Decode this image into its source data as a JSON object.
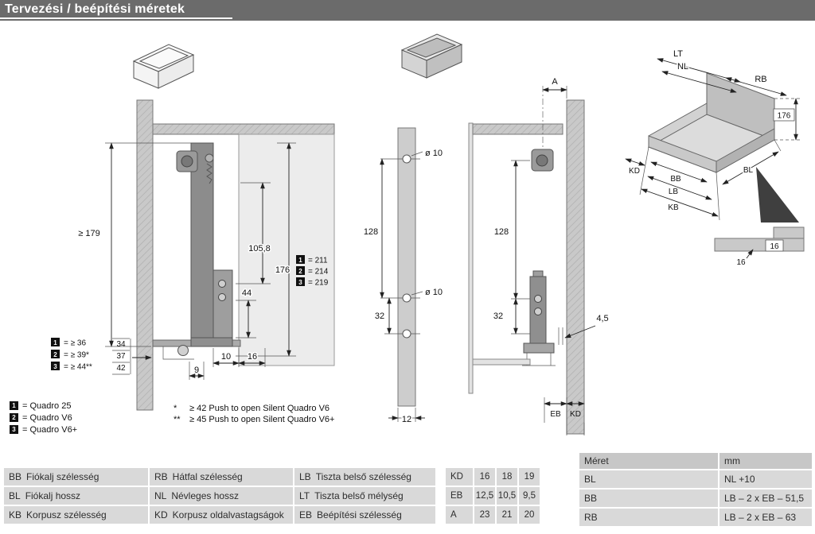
{
  "header": {
    "title": "Tervezési / beépítési méretek"
  },
  "diagram": {
    "section1": {
      "d179": "≥ 179",
      "d1058": "105,8",
      "d176": "176",
      "d44": "44",
      "d34": "34",
      "d37": "37",
      "d42": "42",
      "d9": "9",
      "d10": "10",
      "d16": "16",
      "markers_left": [
        {
          "n": "1",
          "v": "= ≥ 36"
        },
        {
          "n": "2",
          "v": "= ≥ 39*"
        },
        {
          "n": "3",
          "v": "= ≥ 44**"
        }
      ],
      "markers_right": [
        {
          "n": "1",
          "v": "= 211"
        },
        {
          "n": "2",
          "v": "= 214"
        },
        {
          "n": "3",
          "v": "= 219"
        }
      ]
    },
    "panel": {
      "hole_top": "ø 10",
      "hole_mid": "ø 10",
      "d128": "128",
      "d32": "32",
      "d12": "12"
    },
    "section2": {
      "dA": "A",
      "d128": "128",
      "d32": "32",
      "d45": "4,5",
      "eb": "EB",
      "kd": "KD"
    },
    "iso": {
      "lt": "LT",
      "nl": "NL",
      "rb": "RB",
      "d176": "176",
      "kd": "KD",
      "bb": "BB",
      "bl": "BL",
      "lb": "LB",
      "kb": "KB",
      "detail_d16_h": "16",
      "detail_d16_v": "16"
    },
    "legend": [
      {
        "n": "1",
        "v": "= Quadro 25"
      },
      {
        "n": "2",
        "v": "= Quadro V6"
      },
      {
        "n": "3",
        "v": "= Quadro V6+"
      }
    ],
    "notes": {
      "note1_sym": "*",
      "note1": "≥ 42 Push to open Silent Quadro V6",
      "note2_sym": "**",
      "note2": "≥ 45 Push to open Silent Quadro V6+"
    }
  },
  "tables": {
    "definitions": {
      "rows": [
        [
          {
            "abbr": "BB",
            "label": "Fiókalj szélesség"
          },
          {
            "abbr": "RB",
            "label": "Hátfal szélesség"
          },
          {
            "abbr": "LB",
            "label": "Tiszta belső szélesség"
          }
        ],
        [
          {
            "abbr": "BL",
            "label": "Fiókalj hossz"
          },
          {
            "abbr": "NL",
            "label": "Névleges hossz"
          },
          {
            "abbr": "LT",
            "label": "Tiszta belső mélység"
          }
        ],
        [
          {
            "abbr": "KB",
            "label": "Korpusz szélesség"
          },
          {
            "abbr": "KD",
            "label": "Korpusz oldalvastagságok"
          },
          {
            "abbr": "EB",
            "label": "Beépítési szélesség"
          }
        ]
      ]
    },
    "values": {
      "rows": [
        {
          "label": "KD",
          "v1": "16",
          "v2": "18",
          "v3": "19"
        },
        {
          "label": "EB",
          "v1": "12,5",
          "v2": "10,5",
          "v3": "9,5"
        },
        {
          "label": "A",
          "v1": "23",
          "v2": "21",
          "v3": "20"
        }
      ]
    },
    "formulas": {
      "col1_header": "Méret",
      "col2_header": "mm",
      "rows": [
        {
          "k": "BL",
          "v": "NL +10"
        },
        {
          "k": "BB",
          "v": "LB – 2 x EB – 51,5"
        },
        {
          "k": "RB",
          "v": "LB – 2 x EB – 63"
        }
      ]
    }
  }
}
